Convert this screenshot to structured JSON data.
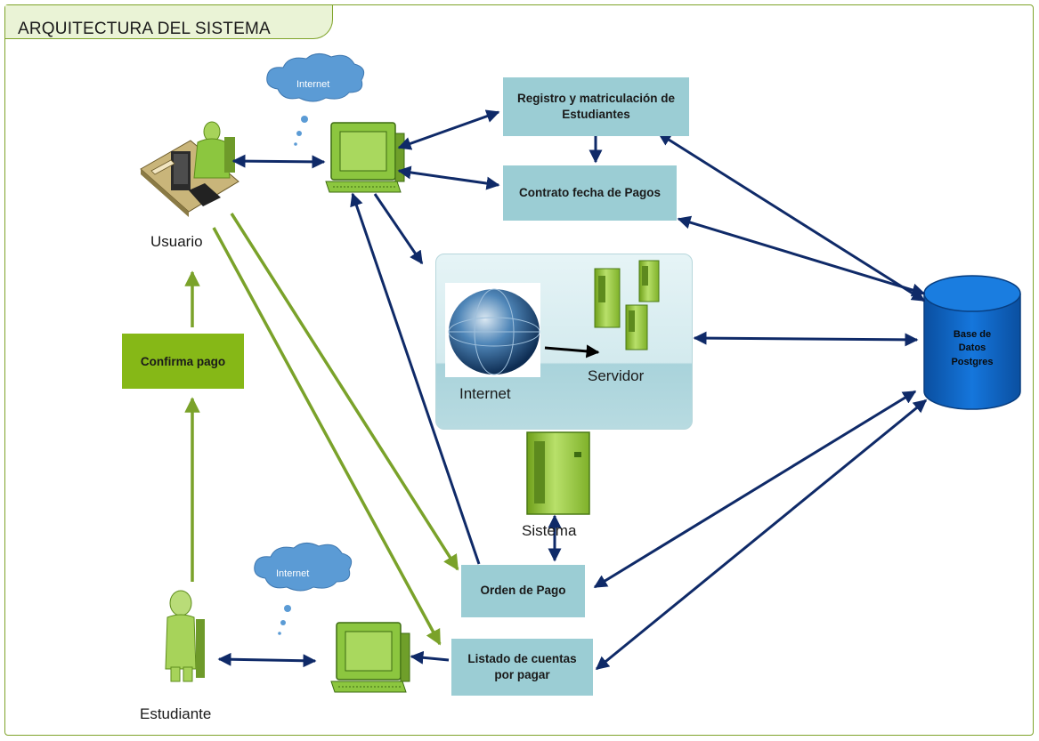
{
  "title": "ARQUITECTURA DEL SISTEMA",
  "nodes": {
    "usuario": "Usuario",
    "estudiante": "Estudiante",
    "sistema": "Sistema",
    "internet_globe": "Internet",
    "servidor": "Servidor",
    "cloud_top": "Internet",
    "cloud_bottom": "Internet"
  },
  "boxes": {
    "registro": "Registro y matriculación de Estudiantes",
    "contrato": "Contrato fecha de Pagos",
    "orden": "Orden de Pago",
    "listado": "Listado de cuentas por pagar",
    "confirma": "Confirma pago",
    "database": "Base de Datos Postgres"
  },
  "colors": {
    "box_fill": "#9bcdd4",
    "green_box": "#86b817",
    "arrow_navy": "#0f2a68",
    "arrow_green": "#7aa22a",
    "database": "#0b64c6",
    "cloud": "#5b9bd5",
    "frame": "#7fa32a"
  }
}
